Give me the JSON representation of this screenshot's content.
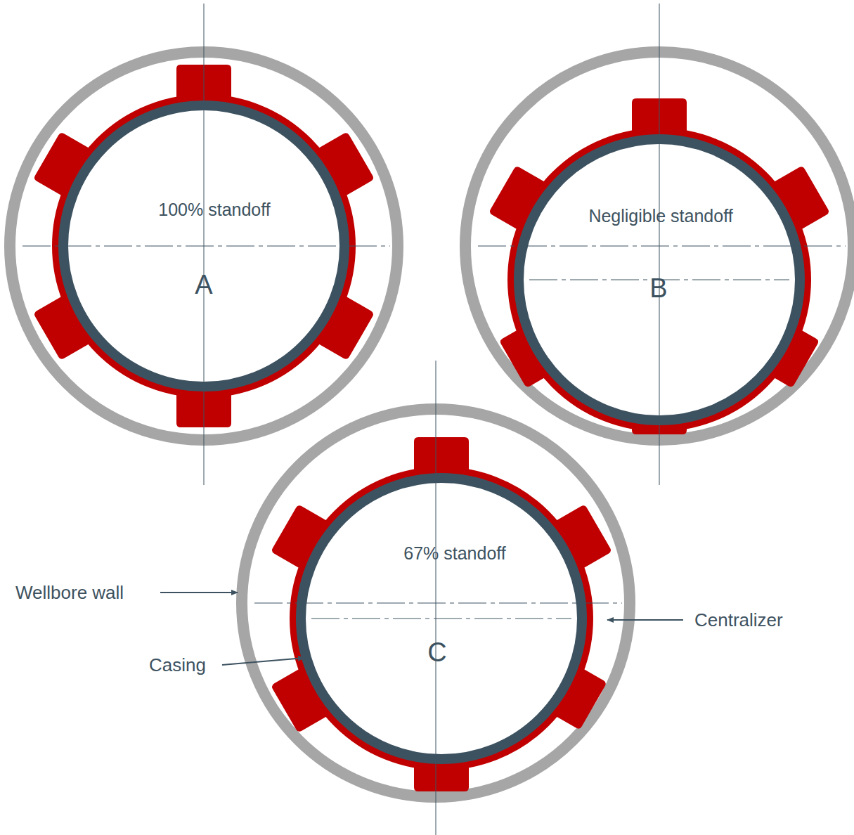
{
  "diagram": {
    "nodes": [
      {
        "text": [
          "100% standoff",
          "A"
        ]
      },
      {
        "text": [
          "Negligible standoff",
          "B"
        ]
      },
      {
        "text": [
          "67% standoff",
          "C"
        ]
      }
    ],
    "labels": [
      "Wellbore wall",
      "Casing",
      "Centralizer"
    ]
  }
}
